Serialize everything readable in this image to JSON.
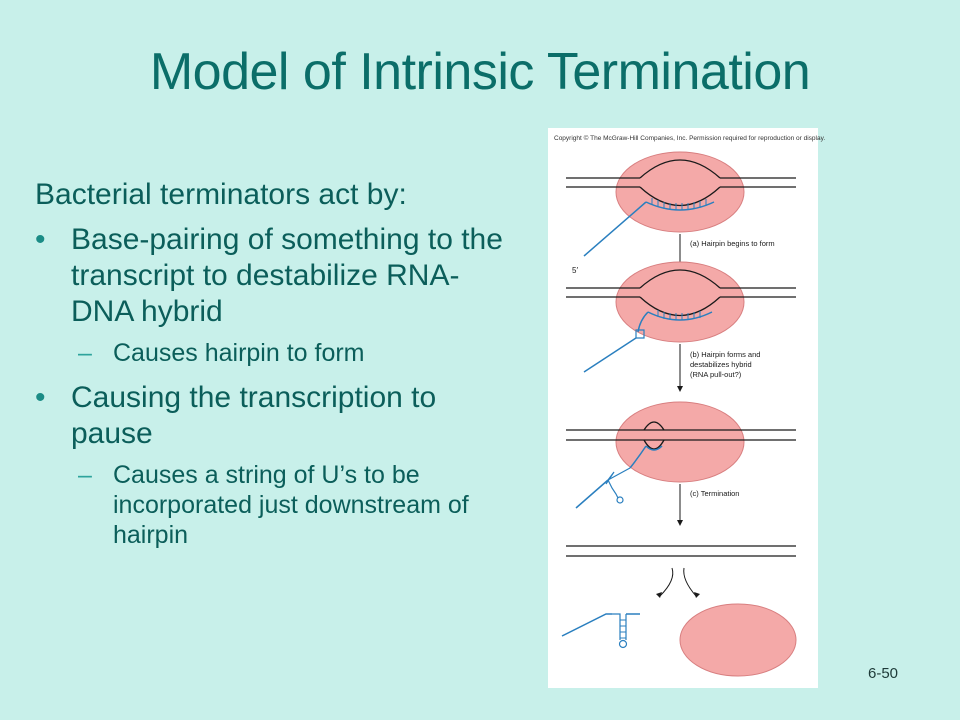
{
  "slide": {
    "title": "Model of Intrinsic Termination",
    "lead": "Bacterial terminators act by:",
    "bullets": [
      {
        "text": "Base-pairing of something to the transcript to destabilize RNA-DNA hybrid",
        "sub": "Causes hairpin to form"
      },
      {
        "text": "Causing the transcription to pause",
        "sub": "Causes a string of U’s to be incorporated just downstream of hairpin"
      }
    ],
    "slide_number": "6-50"
  },
  "figure": {
    "copyright": "Copyright © The McGraw-Hill Companies, Inc. Permission required for reproduction or display.",
    "label_5prime": "5′",
    "step_a": "(a) Hairpin begins to form",
    "step_b_1": "(b) Hairpin forms and",
    "step_b_2": "destabilizes hybrid",
    "step_b_3": "(RNA pull-out?)",
    "step_c": "(c) Termination",
    "colors": {
      "polymerase": "#f4a9a8",
      "rna": "#2a7fbf",
      "dna": "#1a1a1a"
    }
  }
}
